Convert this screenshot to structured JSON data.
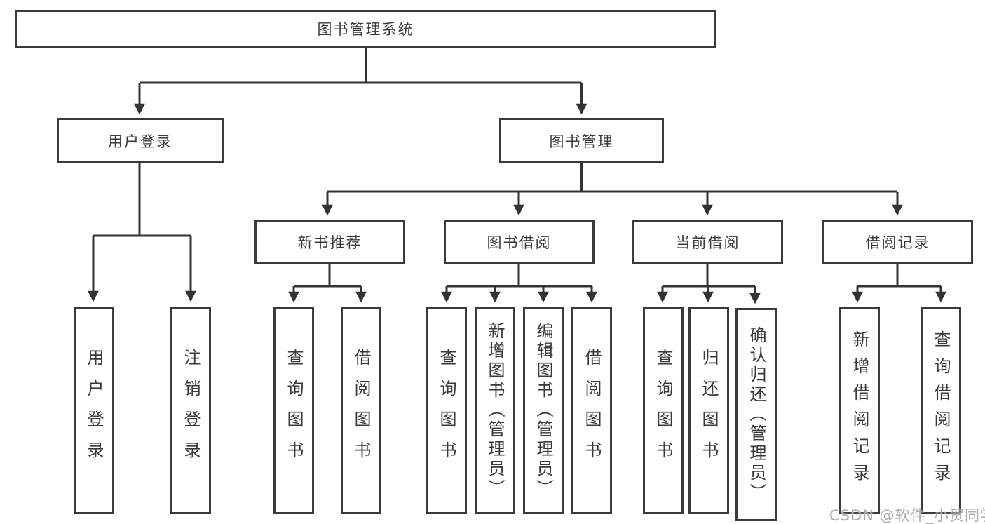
{
  "tree": {
    "label": "图书管理系统",
    "children": [
      {
        "label": "用户登录",
        "children": [
          {
            "label": "用户登录"
          },
          {
            "label": "注销登录"
          }
        ]
      },
      {
        "label": "图书管理",
        "children": [
          {
            "label": "新书推荐",
            "children": [
              {
                "label": "查询图书"
              },
              {
                "label": "借阅图书"
              }
            ]
          },
          {
            "label": "图书借阅",
            "children": [
              {
                "label": "查询图书"
              },
              {
                "label": "新增图书（管理员）"
              },
              {
                "label": "编辑图书（管理员）"
              },
              {
                "label": "借阅图书"
              }
            ]
          },
          {
            "label": "当前借阅",
            "children": [
              {
                "label": "查询图书"
              },
              {
                "label": "归还图书"
              },
              {
                "label": "确认归还（管理员）"
              }
            ]
          },
          {
            "label": "借阅记录",
            "children": [
              {
                "label": "新增借阅记录"
              },
              {
                "label": "查询借阅记录"
              }
            ]
          }
        ]
      }
    ]
  },
  "watermark": "CSDN @软件_小贺同学",
  "colors": {
    "line": "#333333",
    "box_border": "#3a3a3a",
    "text": "#343a40",
    "watermark": "#9aa0a6",
    "background": "#ffffff"
  }
}
